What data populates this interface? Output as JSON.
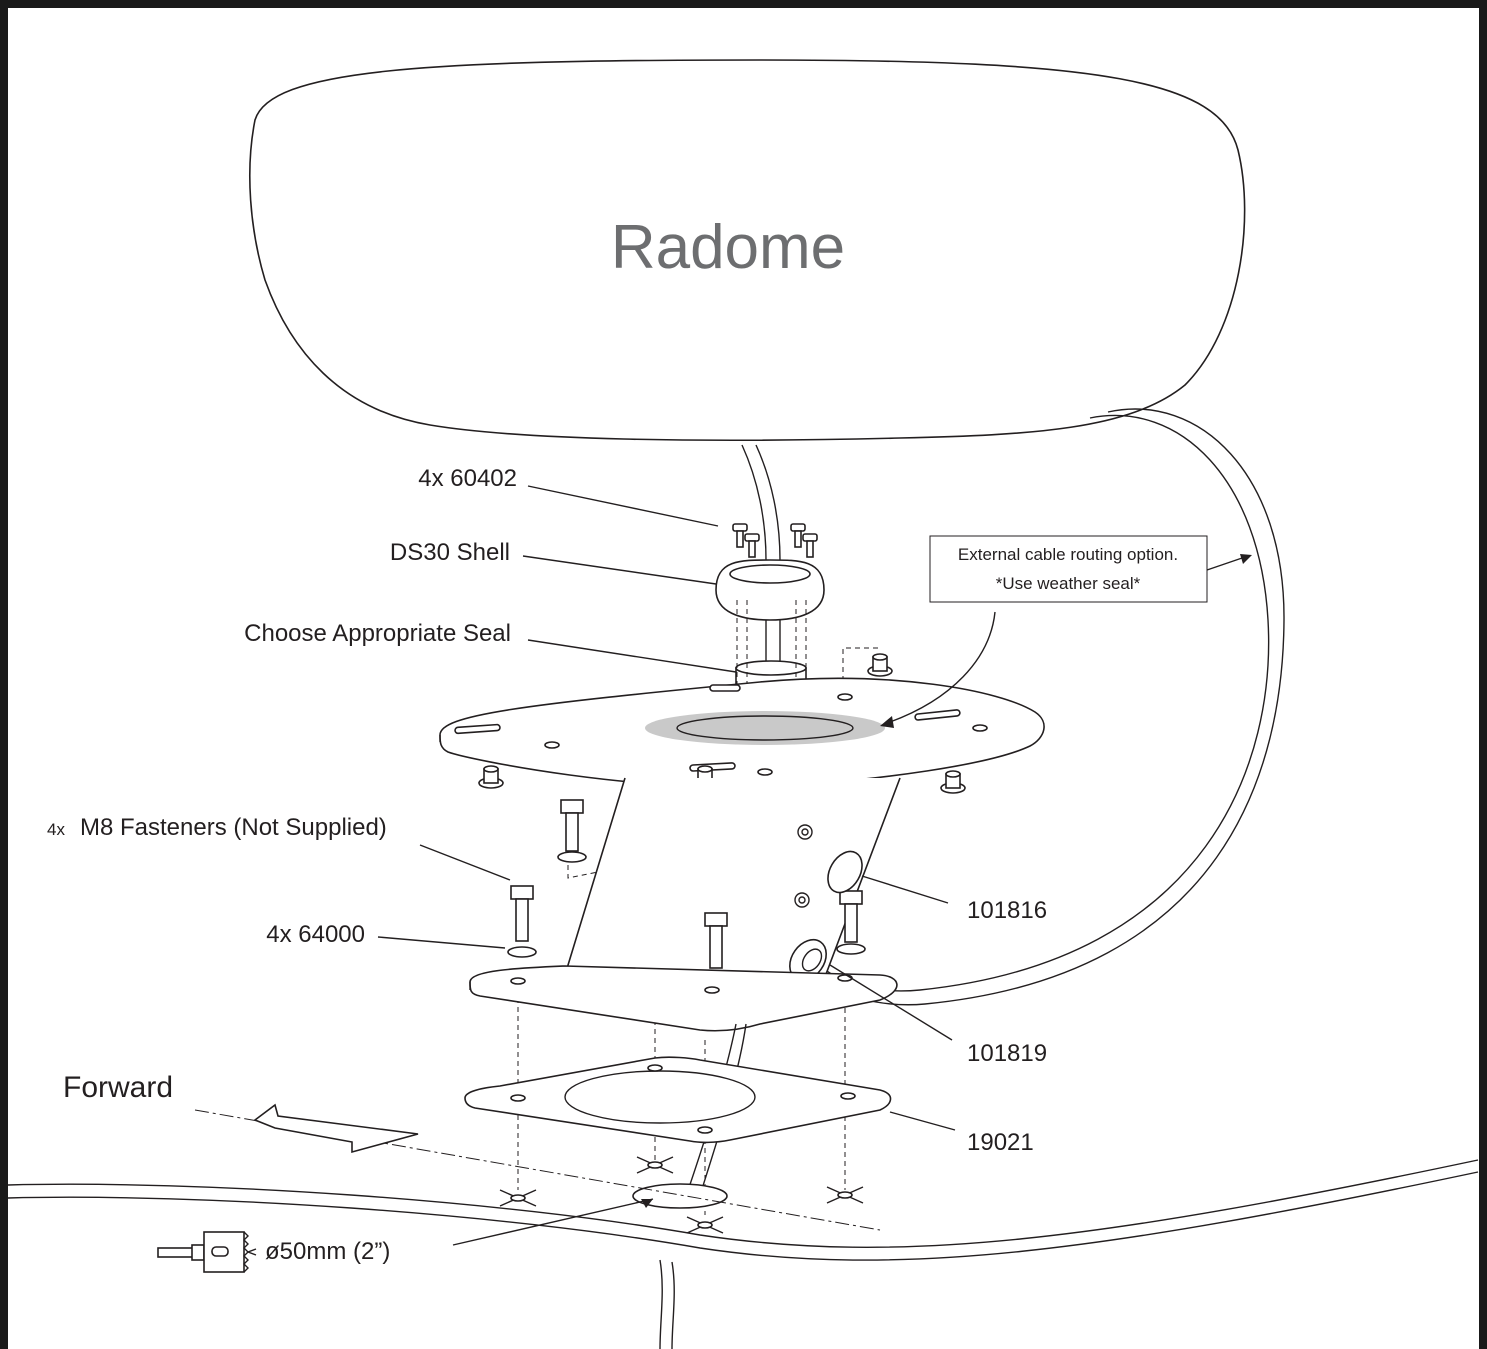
{
  "labels": {
    "radome": "Radome",
    "screws": "4x 60402",
    "shell": "DS30 Shell",
    "seal": "Choose Appropriate Seal",
    "routing_line1": "External cable routing option.",
    "routing_line2": "*Use weather seal*",
    "fasteners_prefix": "4x",
    "fasteners": "M8 Fasteners (Not Supplied)",
    "washers": "4x 64000",
    "part_101816": "101816",
    "part_101819": "101819",
    "forward": "Forward",
    "part_19021": "19021",
    "hole": "ø50mm (2”)"
  }
}
